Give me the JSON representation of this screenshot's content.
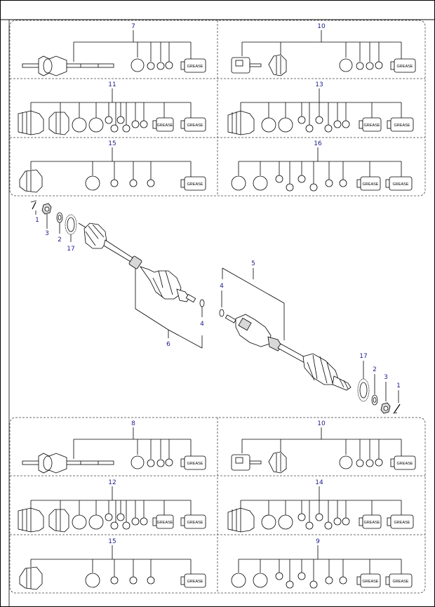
{
  "kits_top": [
    {
      "label": "7",
      "icons": [
        "axle-assembly-icon",
        "ring-icon",
        "ring-icon",
        "ring-icon",
        "ring-icon",
        "grease-tube-icon"
      ]
    },
    {
      "label": "10",
      "icons": [
        "joint-housing-icon",
        "boot-icon",
        "ring-icon",
        "ring-icon",
        "ring-icon",
        "ring-icon",
        "grease-tube-icon"
      ]
    },
    {
      "label": "11",
      "icons": [
        "boot-icon",
        "boot-icon",
        "ring-icon",
        "ring-icon",
        "ring-icon",
        "ring-icon",
        "ring-icon",
        "ring-icon",
        "ring-icon",
        "grease-tube-icon",
        "grease-tube-icon"
      ]
    },
    {
      "label": "13",
      "icons": [
        "boot-icon",
        "ring-icon",
        "ring-icon",
        "ring-icon",
        "ring-icon",
        "ring-icon",
        "ring-icon",
        "ring-icon",
        "grease-tube-icon",
        "grease-tube-icon"
      ]
    },
    {
      "label": "15",
      "icons": [
        "boot-icon",
        "ring-icon",
        "ring-icon",
        "ring-icon",
        "ring-icon",
        "grease-tube-icon"
      ]
    },
    {
      "label": "16",
      "icons": [
        "ring-icon",
        "ring-icon",
        "ring-icon",
        "ring-icon",
        "ring-icon",
        "ring-icon",
        "ring-icon",
        "grease-tube-icon",
        "grease-tube-icon"
      ]
    }
  ],
  "kits_bottom": [
    {
      "label": "8"
    },
    {
      "label": "10"
    },
    {
      "label": "12"
    },
    {
      "label": "14"
    },
    {
      "label": "15"
    },
    {
      "label": "9"
    }
  ],
  "grease_text": "GREASE",
  "callouts": {
    "left_pin": "1",
    "left_nut": "3",
    "left_washer": "2",
    "left_tone_ring": "17",
    "inner_joint_kit": "6",
    "left_circlip": "4",
    "right_shaft": "5",
    "right_circlip": "4",
    "right_tone_ring": "17",
    "right_washer": "2",
    "right_nut": "3",
    "right_pin": "1"
  }
}
